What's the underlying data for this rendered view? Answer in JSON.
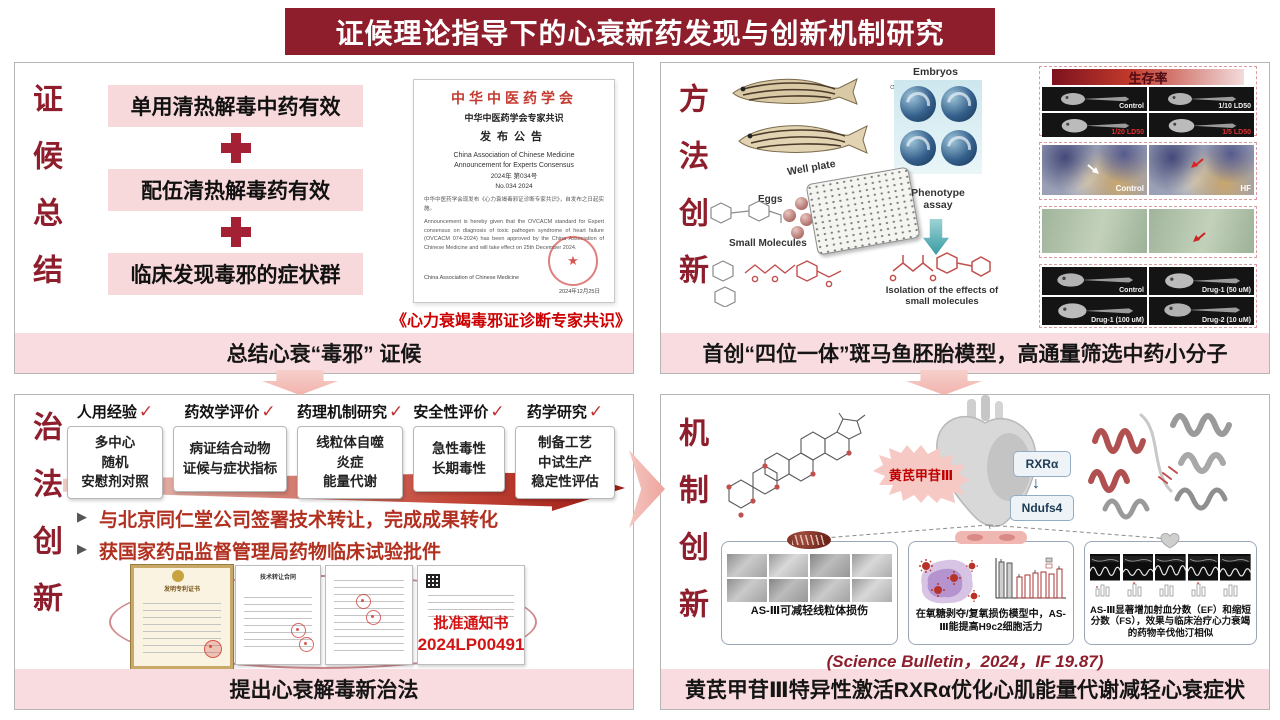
{
  "title": "证候理论指导下的心衰新药发现与创新机制研究",
  "colors": {
    "banner": "#8E1E2C",
    "caption_bar": "#F9DCE0",
    "pink_box": "#F7D9DB",
    "accent_red": "#B1301F",
    "highlight_red": "#CC0000"
  },
  "syndrome_panel": {
    "vertical_title": "证候总结",
    "boxes": [
      "单用清热解毒中药有效",
      "配伍清热解毒药有效",
      "临床发现毒邪的症状群"
    ],
    "certificate": {
      "org_cn": "中华中医药学会",
      "subtitle_cn": "中华中医药学会专家共识",
      "announce_cn": "发布公告",
      "org_en": "China Association of Chinese Medicine",
      "announce_en": "Announcement for Experts Consensus",
      "issue_cn": "2024年 第034号",
      "issue_en": "No.034 2024",
      "body_cn": "中华中医药学会现发布《心力衰竭毒邪证诊断专家共识》，自发布之日起实施。",
      "body_en": "Announcement is hereby given that the OVCACM standard for Expert consensus on diagnosis of toxic pathogen syndrome of heart failure (OVCACM 074-2024) has been approved by the China Association of Chinese Medicine and will take effect on 25th December 2024.",
      "seal_icon": "★",
      "footer_en": "China Association of Chinese Medicine",
      "date_cn": "2024年12月25日"
    },
    "doc_title": "《心力衰竭毒邪证诊断专家共识》",
    "caption": "总结心衰“毒邪” 证候"
  },
  "method_panel": {
    "vertical_title": "方法创新",
    "labels": {
      "embryos": "Embryos",
      "eggs": "Eggs",
      "well_plate": "Well plate",
      "phenotype": "Phenotype assay",
      "small_molecules": "Small Molecules",
      "isolation": "Isolation of the effects of small molecules",
      "male": "♂",
      "female": "♀"
    },
    "survival_title": "生存率",
    "fish_top": [
      "Control",
      "1/10 LD50",
      "1/20 LD50",
      "1/5 LD50"
    ],
    "micro_labels": [
      "Control",
      "HF"
    ],
    "fish_bottom": [
      "Control",
      "Drug-1 (50 uM)",
      "Drug-1 (100 uM)",
      "Drug-2 (10 uM)"
    ],
    "caption": "首创“四位一体”斑马鱼胚胎模型，高通量筛选中药小分子"
  },
  "treatment_panel": {
    "vertical_title": "治法创新",
    "check_icon": "✓",
    "bullet_icon": "▶",
    "steps": [
      {
        "header": "人用经验",
        "body": "多中心\n随机\n安慰剂对照"
      },
      {
        "header": "药效学评价",
        "body": "病证结合动物\n证候与症状指标"
      },
      {
        "header": "药理机制研究",
        "body": "线粒体自噬\n炎症\n能量代谢"
      },
      {
        "header": "安全性评价",
        "body": "急性毒性\n长期毒性"
      },
      {
        "header": "药学研究",
        "body": "制备工艺\n中试生产\n稳定性评估"
      }
    ],
    "bullets": [
      "与北京同仁堂公司签署技术转让，完成成果转化",
      "获国家药品监督管理局药物临床试验批件"
    ],
    "patent_title": "发明专利证书",
    "contract_title": "技术转让合同",
    "approval_label": "批准通知书",
    "approval_number": "2024LP00491",
    "caption": "提出心衰解毒新治法"
  },
  "mechanism_panel": {
    "vertical_title": "机制创新",
    "compound": "黄芪甲苷Ⅲ",
    "pathway_top": "RXRα",
    "pathway_arrow": "↓",
    "pathway_bottom": "Ndufs4",
    "findings": [
      "AS-Ⅲ可减轻线粒体损伤",
      "在氧糖剥夺/复氧损伤模型中，AS-Ⅲ能提高H9c2细胞活力",
      "AS-Ⅲ显著增加射血分数（EF）和缩短分数（FS），效果与临床治疗心力衰竭的药物辛伐他汀相似"
    ],
    "citation": "(Science Bulletin，2024，IF 19.87)",
    "caption": "黄芪甲苷Ⅲ特异性激活RXRα优化心肌能量代谢减轻心衰症状"
  }
}
